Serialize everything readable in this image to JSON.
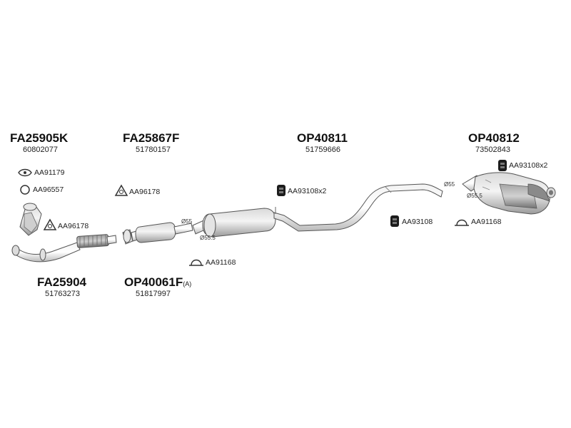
{
  "parts": [
    {
      "code": "FA25905K",
      "number": "60802077"
    },
    {
      "code": "FA25867F",
      "number": "51780157"
    },
    {
      "code": "OP40811",
      "number": "51759666"
    },
    {
      "code": "OP40812",
      "number": "73502843"
    },
    {
      "code": "FA25904",
      "number": "51763273"
    },
    {
      "code": "OP40061F",
      "suffix": "(A)",
      "number": "51817997"
    }
  ],
  "accessories": {
    "aa91179": "AA91179",
    "aa96557": "AA96557",
    "aa96178_a": "AA96178",
    "aa96178_b": "AA96178",
    "aa93108_x2_mid": "AA93108",
    "aa93108_x2_mid_qty": "x2",
    "aa93108_rear_x2": "AA93108",
    "aa93108_rear_x2_qty": "x2",
    "aa93108_single": "AA93108",
    "aa91168_rear": "AA91168",
    "aa91168_front": "AA91168"
  },
  "dimensions": {
    "d55_a": "Ø55",
    "d555_a": "Ø55.5",
    "d55_b": "Ø55",
    "d555_b": "Ø55.5"
  },
  "colors": {
    "line": "#555555",
    "fill_light": "#e6e6e6",
    "fill_mid": "#bdbdbd",
    "fill_dark": "#7a7a7a"
  }
}
